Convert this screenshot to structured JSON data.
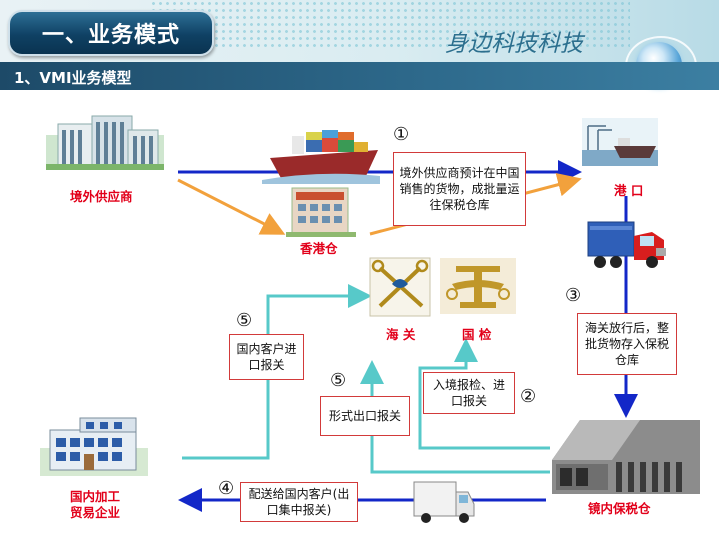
{
  "header": {
    "title": "一、业务模式",
    "brand": "身边科技科技",
    "subtitle": "1、VMI业务模型"
  },
  "nodes": {
    "supplier": "境外供应商",
    "hk_warehouse": "香港仓",
    "port": "港  口",
    "customs": "海  关",
    "inspection": "国  检",
    "domestic_enterprise_line1": "国内加工",
    "domestic_enterprise_line2": "贸易企业",
    "bonded_warehouse": "镜内保税仓"
  },
  "steps": {
    "s1": {
      "num": "①",
      "text": "境外供应商预计在中国销售的货物，成批量运往保税仓库"
    },
    "s2": {
      "num": "②",
      "text": "入境报检、进口报关"
    },
    "s3": {
      "num": "③",
      "text": "海关放行后，整批货物存入保税仓库"
    },
    "s4": {
      "num": "④",
      "text": "配送给国内客户(出口集中报关)"
    },
    "s5a": {
      "num": "⑤",
      "text": "国内客户进口报关"
    },
    "s5b": {
      "num": "⑤",
      "text": "形式出口报关"
    }
  },
  "colors": {
    "blue_flow": "#1327c8",
    "orange_flow": "#f2a13c",
    "teal_flow": "#57c9c9",
    "label_red": "#e2001a"
  }
}
